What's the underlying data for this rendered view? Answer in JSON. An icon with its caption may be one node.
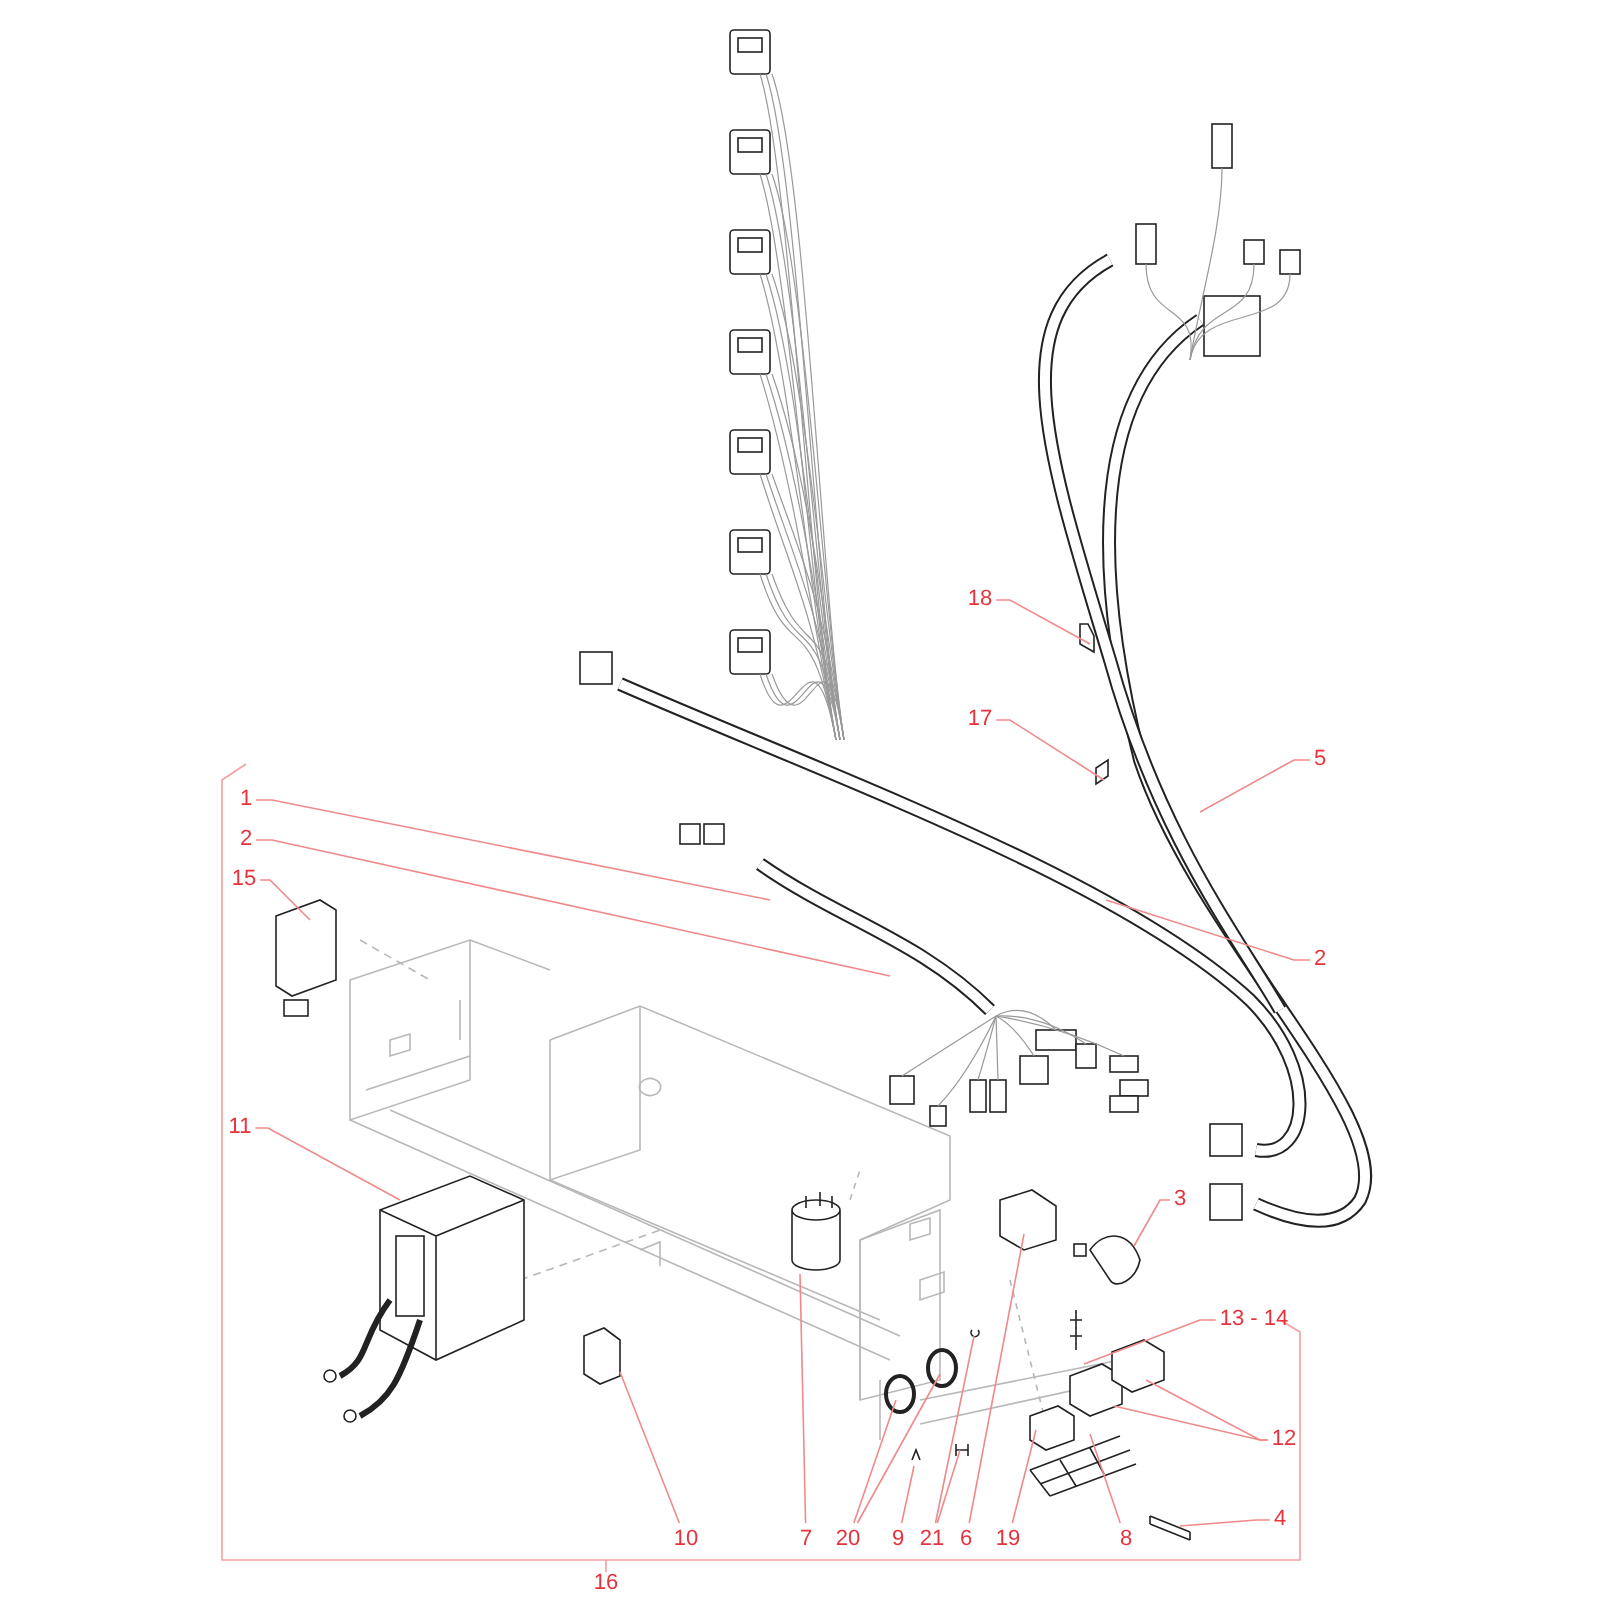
{
  "diagram": {
    "nodes": [
      {
        "text": [
          "1"
        ]
      },
      {
        "text": [
          "2"
        ]
      },
      {
        "text": [
          "15"
        ]
      },
      {
        "text": [
          "18"
        ]
      },
      {
        "text": [
          "17"
        ]
      },
      {
        "text": [
          "5"
        ]
      },
      {
        "text": [
          "2"
        ]
      },
      {
        "text": [
          "11"
        ]
      },
      {
        "text": [
          "3"
        ]
      },
      {
        "text": [
          "13 - 14"
        ]
      },
      {
        "text": [
          "12"
        ]
      },
      {
        "text": [
          "4"
        ]
      },
      {
        "text": [
          "10"
        ]
      },
      {
        "text": [
          "7"
        ]
      },
      {
        "text": [
          "20"
        ]
      },
      {
        "text": [
          "9"
        ]
      },
      {
        "text": [
          "21"
        ]
      },
      {
        "text": [
          "6"
        ]
      },
      {
        "text": [
          "19"
        ]
      },
      {
        "text": [
          "8"
        ]
      }
    ],
    "edges": [
      {
        "from": 0,
        "to": null,
        "arrow": "none"
      },
      {
        "from": 1,
        "to": null,
        "arrow": "none"
      },
      {
        "from": 2,
        "to": null,
        "arrow": "none"
      },
      {
        "from": 3,
        "to": null,
        "arrow": "none"
      },
      {
        "from": 4,
        "to": null,
        "arrow": "none"
      },
      {
        "from": 5,
        "to": null,
        "arrow": "none"
      },
      {
        "from": 6,
        "to": null,
        "arrow": "none"
      },
      {
        "from": 7,
        "to": null,
        "arrow": "none"
      },
      {
        "from": 8,
        "to": null,
        "arrow": "none"
      },
      {
        "from": 9,
        "to": null,
        "arrow": "none"
      },
      {
        "from": 10,
        "to": null,
        "arrow": "none"
      },
      {
        "from": 10,
        "to": null,
        "arrow": "none"
      },
      {
        "from": 11,
        "to": null,
        "arrow": "none"
      },
      {
        "from": 12,
        "to": null,
        "arrow": "none"
      },
      {
        "from": 13,
        "to": null,
        "arrow": "none"
      },
      {
        "from": 14,
        "to": null,
        "arrow": "none"
      },
      {
        "from": 14,
        "to": null,
        "arrow": "none"
      },
      {
        "from": 15,
        "to": null,
        "arrow": "none"
      },
      {
        "from": 16,
        "to": null,
        "arrow": "none"
      },
      {
        "from": 16,
        "to": null,
        "arrow": "none"
      },
      {
        "from": 17,
        "to": null,
        "arrow": "none"
      },
      {
        "from": 18,
        "to": null,
        "arrow": "none"
      },
      {
        "from": 19,
        "to": null,
        "arrow": "none"
      }
    ],
    "labels": [
      "16"
    ]
  }
}
